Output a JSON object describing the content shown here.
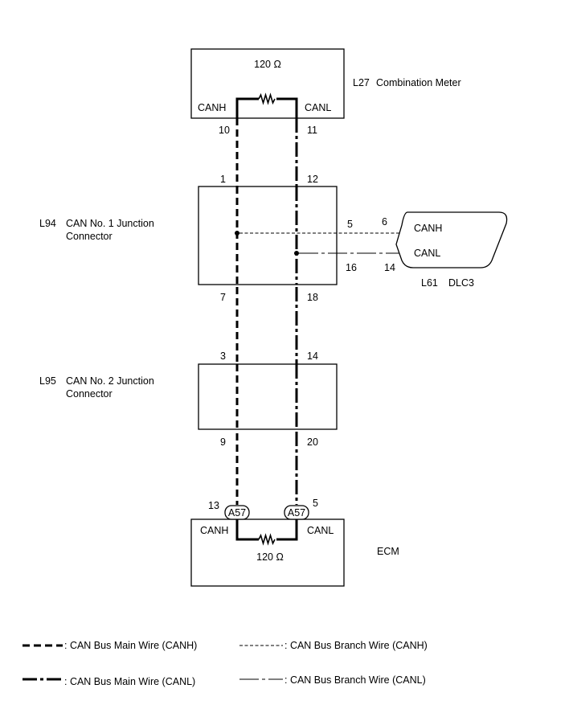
{
  "combination_meter": {
    "resistor": "120 Ω",
    "id": "L27",
    "name": "Combination Meter",
    "canh": "CANH",
    "canl": "CANL",
    "pin_h": "10",
    "pin_l": "11"
  },
  "jc1": {
    "id": "L94",
    "name_line1": "CAN No. 1 Junction",
    "name_line2": "Connector",
    "pin_top_h": "1",
    "pin_top_l": "12",
    "pin_bottom_h": "7",
    "pin_bottom_l": "18",
    "pin_branch_h": "5",
    "pin_branch_l": "16"
  },
  "dlc3": {
    "id": "L61",
    "name": "DLC3",
    "canh": "CANH",
    "canl": "CANL",
    "pin_h": "6",
    "pin_l": "14"
  },
  "jc2": {
    "id": "L95",
    "name_line1": "CAN No. 2 Junction",
    "name_line2": "Connector",
    "pin_top_h": "3",
    "pin_top_l": "14",
    "pin_bottom_h": "9",
    "pin_bottom_l": "20"
  },
  "ecm": {
    "name": "ECM",
    "resistor": "120 Ω",
    "canh": "CANH",
    "canl": "CANL",
    "connector_h": "A57",
    "connector_l": "A57",
    "pin_h": "13",
    "pin_l": "5"
  },
  "legend": {
    "main_canh": ": CAN Bus Main Wire (CANH)",
    "main_canl": ": CAN Bus Main Wire (CANL)",
    "branch_canh": ": CAN Bus Branch Wire (CANH)",
    "branch_canl": ": CAN Bus Branch Wire (CANL)"
  }
}
